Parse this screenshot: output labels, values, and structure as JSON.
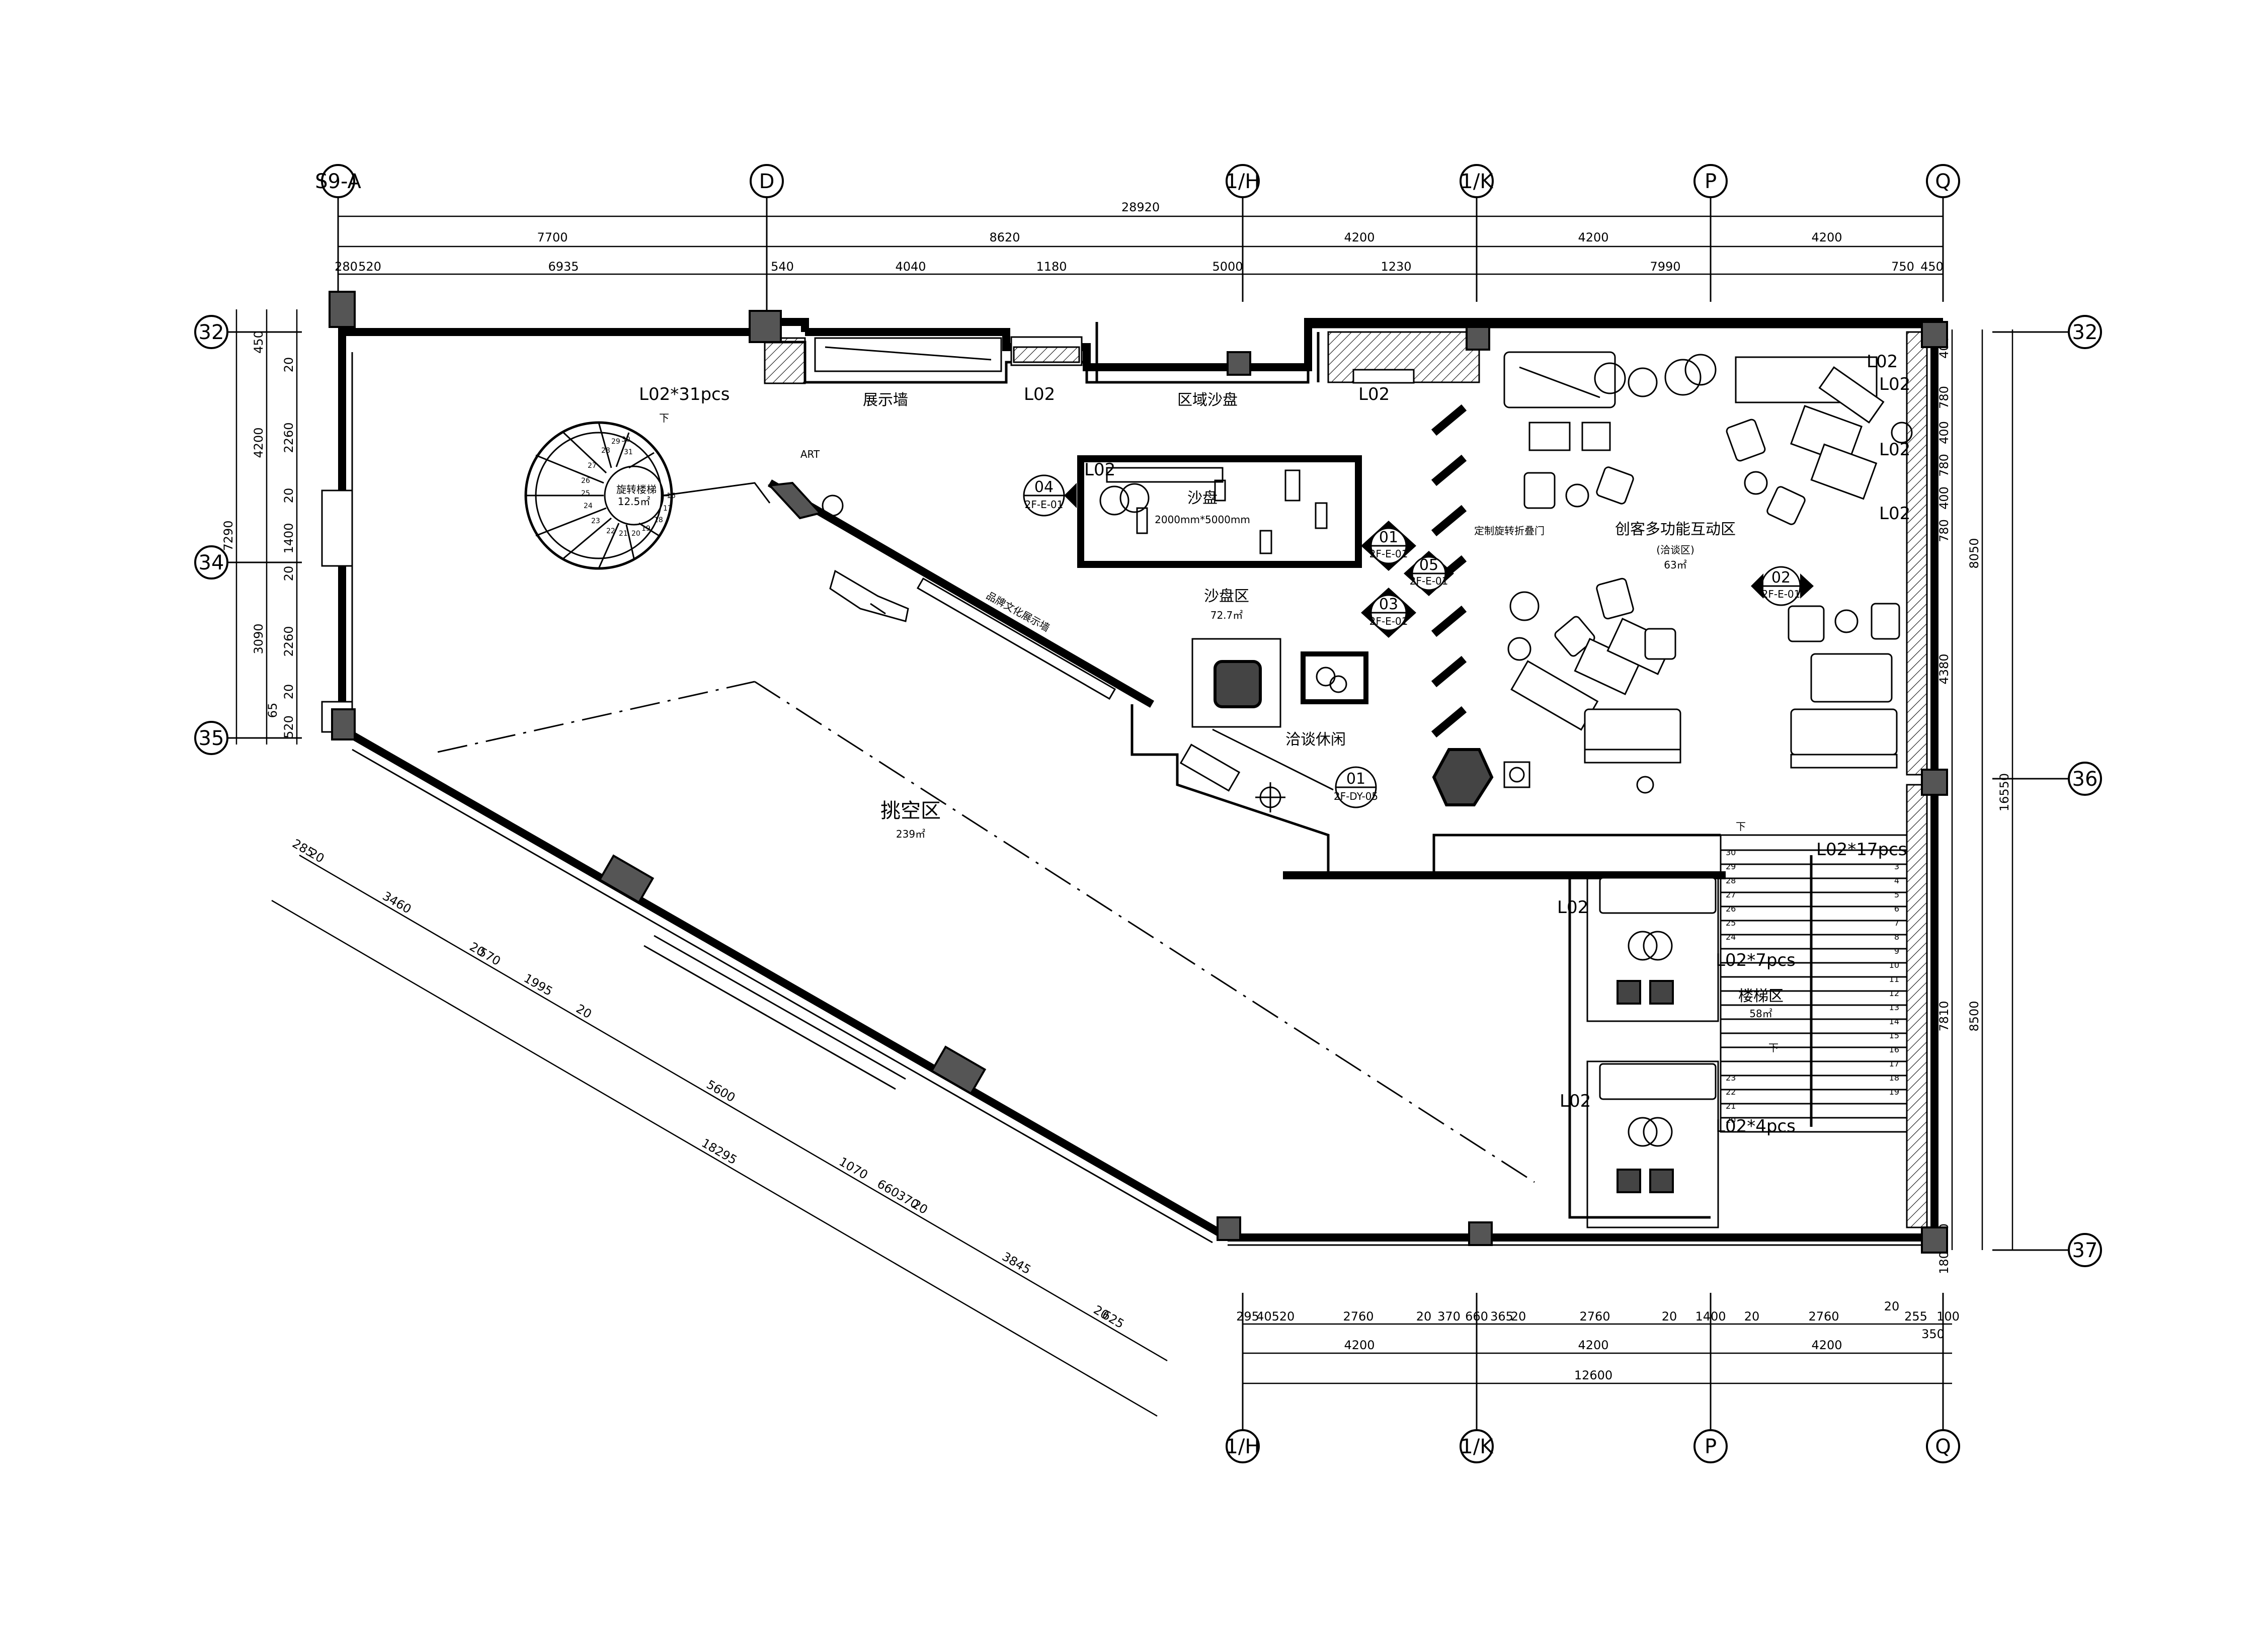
{
  "axes": {
    "top": [
      "S9-A",
      "D",
      "1/H",
      "1/K",
      "P",
      "Q"
    ],
    "bottom": [
      "1/H",
      "1/K",
      "P",
      "Q"
    ],
    "left": [
      "32",
      "34",
      "35"
    ],
    "right": [
      "32",
      "36",
      "37"
    ]
  },
  "dimensions": {
    "top_total": "28920",
    "top_row1": [
      "7700",
      "8620",
      "4200",
      "4200",
      "4200"
    ],
    "top_row2": [
      "280",
      "520",
      "6935",
      "540",
      "4040",
      "1180",
      "5000",
      "1230",
      "7990",
      "750",
      "450"
    ],
    "left_row1": [
      "450",
      "20",
      "2260",
      "20",
      "1400",
      "20",
      "2260",
      "20",
      "65",
      "520"
    ],
    "left_row2": [
      "4200",
      "7290",
      "3090"
    ],
    "right_row1": [
      "400",
      "780",
      "400",
      "780",
      "400",
      "780",
      "4380",
      "7810",
      "240",
      "180"
    ],
    "right_row2": [
      "8050",
      "8500"
    ],
    "right_total": "16550",
    "bottom_row1": [
      "295",
      "405",
      "20",
      "2760",
      "20",
      "370",
      "660",
      "365",
      "20",
      "2760",
      "20",
      "1400",
      "20",
      "2760",
      "20",
      "255",
      "350",
      "100"
    ],
    "bottom_row2": [
      "4200",
      "4200",
      "4200"
    ],
    "bottom_total": "12600",
    "diag_row1": [
      "285",
      "20",
      "3460",
      "20",
      "570",
      "1995",
      "20",
      "5600",
      "1070",
      "660",
      "370",
      "20",
      "3845",
      "20",
      "625"
    ],
    "diag_total": "18295"
  },
  "labels": {
    "l02_31": "L02*31pcs",
    "l02": "L02",
    "l02_17": "L02*17pcs",
    "l02_7": "L02*7pcs",
    "l02_4": "L02*4pcs",
    "display_wall": "展示墙",
    "regional_sandtable": "区域沙盘",
    "spiral_stair": "旋转楼梯",
    "spiral_area": "12.5㎡",
    "down": "下",
    "art": "ART",
    "brand_wall": "品牌文化展示墙",
    "sandtable": "沙盘",
    "sandtable_size": "2000mm*5000mm",
    "sandtable_zone": "沙盘区",
    "sandtable_zone_area": "72.7㎡",
    "negotiation_rest": "洽谈休闲",
    "void_zone": "挑空区",
    "void_area": "239㎡",
    "folding_door": "定制旋转折叠门",
    "maker_zone": "创客多功能互动区",
    "maker_sub": "(洽谈区)",
    "maker_area": "63㎡",
    "stair_zone": "楼梯区",
    "stair_area": "58㎡"
  },
  "tags": [
    {
      "num": "04",
      "ref": "2F-E-01"
    },
    {
      "num": "01",
      "ref": "2F-E-01"
    },
    {
      "num": "05",
      "ref": "2F-E-01"
    },
    {
      "num": "03",
      "ref": "2F-E-01"
    },
    {
      "num": "02",
      "ref": "2F-E-01"
    },
    {
      "num": "01",
      "ref": "2F-DY-05"
    }
  ],
  "spiral_steps": [
    "29",
    "30",
    "31",
    "28",
    "27",
    "26",
    "25",
    "24",
    "23",
    "22",
    "21",
    "20",
    "19",
    "18",
    "17",
    "16"
  ],
  "stair_left_steps": [
    "30",
    "29",
    "28",
    "27",
    "26",
    "25",
    "24",
    "23",
    "22",
    "21",
    "20"
  ],
  "stair_right_steps": [
    "3",
    "4",
    "5",
    "6",
    "7",
    "8",
    "9",
    "10",
    "11",
    "12",
    "13",
    "14",
    "15",
    "16",
    "17",
    "18",
    "19"
  ]
}
